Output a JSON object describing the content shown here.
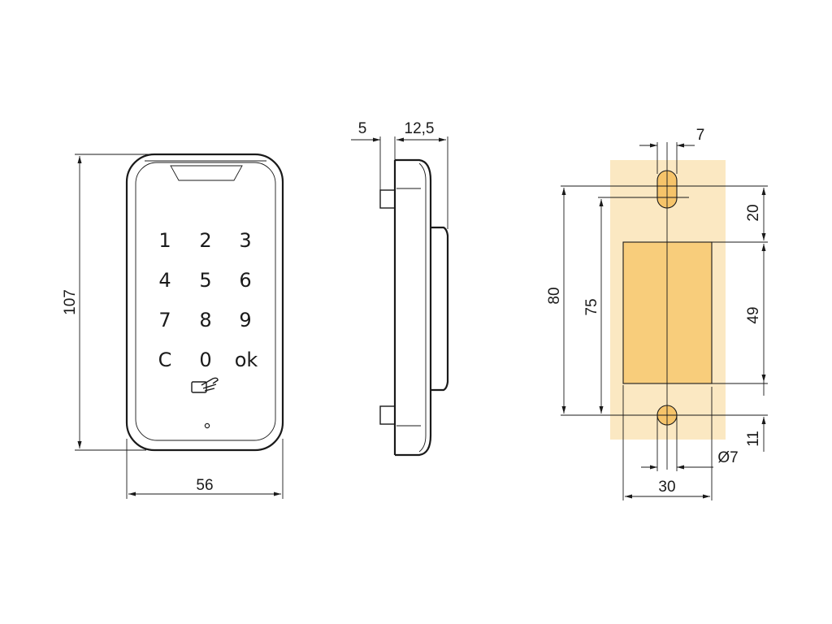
{
  "front_view": {
    "height_dim": "107",
    "width_dim": "56",
    "keys": [
      "1",
      "2",
      "3",
      "4",
      "5",
      "6",
      "7",
      "8",
      "9",
      "C",
      "0",
      "ok"
    ],
    "rfid_icon": "rfid-card-hand-icon"
  },
  "side_view": {
    "depth_dim_a": "5",
    "depth_dim_b": "12,5"
  },
  "template_view": {
    "top_dim": "7",
    "height_80": "80",
    "height_75": "75",
    "offset_20": "20",
    "cutout_49": "49",
    "offset_11": "11",
    "width_30": "30",
    "hole_dia": "Ø7",
    "colors": {
      "template_bg": "#fbe8c2",
      "cutout_fill": "#f8cd7b",
      "hole_fill": "#f6c46a"
    }
  }
}
